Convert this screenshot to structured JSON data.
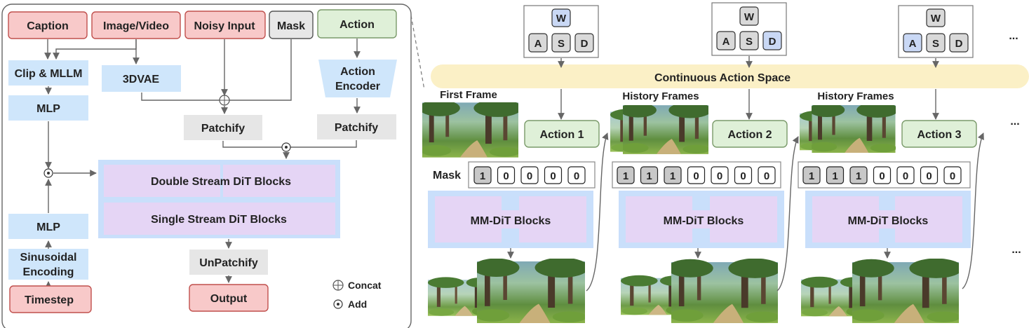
{
  "left_panel": {
    "inputs": {
      "caption": "Caption",
      "image_video": "Image/Video",
      "noisy_input": "Noisy Input",
      "mask": "Mask",
      "action": "Action"
    },
    "clip_mllm": "Clip & MLLM",
    "vae": "3DVAE",
    "action_encoder_l1": "Action",
    "action_encoder_l2": "Encoder",
    "mlp_top": "MLP",
    "mlp_bottom": "MLP",
    "patchify_left": "Patchify",
    "patchify_right": "Patchify",
    "double_stream": "Double Stream DiT Blocks",
    "single_stream": "Single Stream DiT Blocks",
    "sinusoidal_l1": "Sinusoidal",
    "sinusoidal_l2": "Encoding",
    "timestep": "Timestep",
    "unpatchify": "UnPatchify",
    "output": "Output",
    "legend": {
      "concat": "Concat",
      "add": "Add"
    }
  },
  "right_panel": {
    "action_space": "Continuous Action Space",
    "keyboards": [
      {
        "keys": [
          "W",
          "A",
          "S",
          "D"
        ],
        "active": [
          "W"
        ]
      },
      {
        "keys": [
          "W",
          "A",
          "S",
          "D"
        ],
        "active": [
          "D"
        ]
      },
      {
        "keys": [
          "W",
          "A",
          "S",
          "D"
        ],
        "active": [
          "A"
        ]
      }
    ],
    "ellipsis": "...",
    "columns": [
      {
        "frame_label": "First Frame",
        "action": "Action 1",
        "mask_label": "Mask",
        "mask_bits": [
          "1",
          "0",
          "0",
          "0",
          "0"
        ],
        "dit": "MM-DiT Blocks"
      },
      {
        "frame_label": "History Frames",
        "action": "Action 2",
        "mask_bits": [
          "1",
          "1",
          "1",
          "0",
          "0",
          "0",
          "0"
        ],
        "dit": "MM-DiT Blocks"
      },
      {
        "frame_label": "History Frames",
        "action": "Action 3",
        "mask_bits": [
          "1",
          "1",
          "1",
          "0",
          "0",
          "0",
          "0"
        ],
        "dit": "MM-DiT Blocks"
      }
    ]
  }
}
